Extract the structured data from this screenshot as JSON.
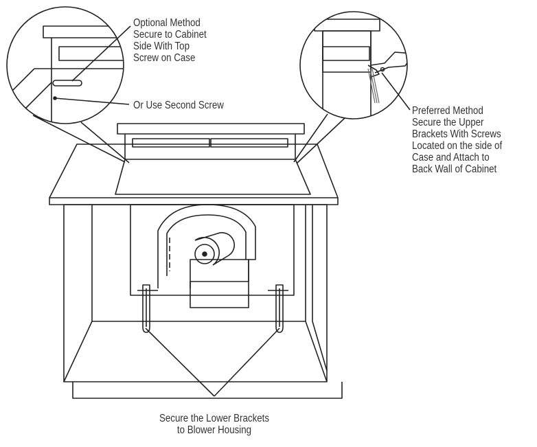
{
  "labels": {
    "optional": [
      "Optional Method",
      "Secure to Cabinet",
      "Side With Top",
      "Screw on Case"
    ],
    "second": [
      "Or Use Second Screw"
    ],
    "preferred": [
      "Preferred Method",
      "Secure the Upper",
      "Brackets With Screws",
      "Located on the side of",
      "Case and Attach to",
      "Back Wall of Cabinet"
    ],
    "lower": [
      "Secure the Lower Brackets",
      "to Blower Housing"
    ]
  },
  "colors": {
    "line": "#222222",
    "text": "#333333",
    "shade": "#666666"
  }
}
